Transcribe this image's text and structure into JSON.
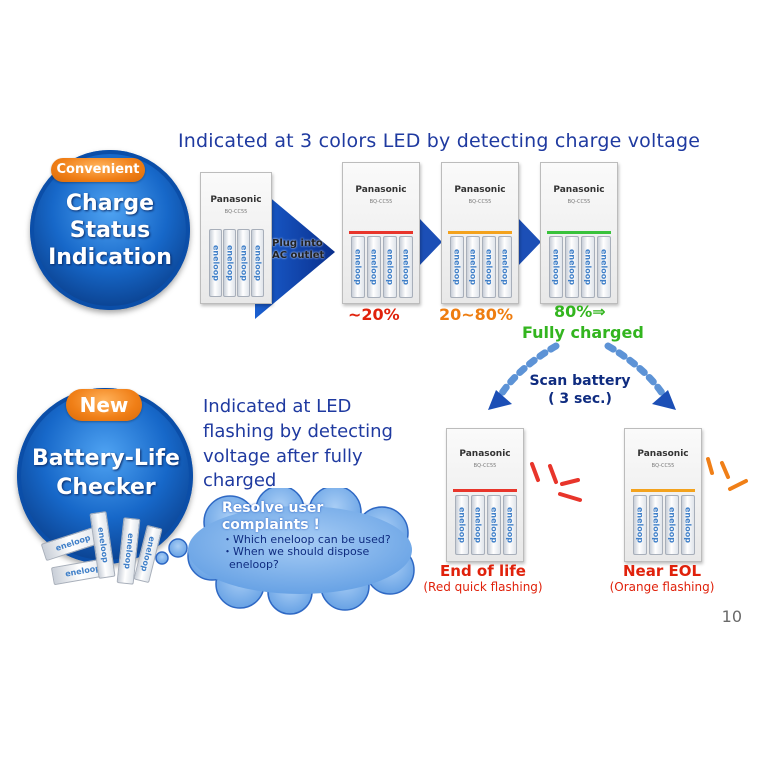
{
  "headline": "Indicated at 3 colors LED by detecting charge voltage",
  "badge_top": {
    "pill": "Convenient",
    "title_lines": [
      "Charge",
      "Status",
      "Indication"
    ]
  },
  "badge_bottom": {
    "pill": "New",
    "title_lines": [
      "Battery-Life",
      "Checker"
    ]
  },
  "plug_label": [
    "Plug into",
    "AC outlet"
  ],
  "charger": {
    "brand": "Panasonic",
    "model": "BQ-CC55",
    "battery_label": "eneloop"
  },
  "led_colors": {
    "red": "#e8352b",
    "orange": "#f3a21d",
    "green": "#39c23b"
  },
  "levels": [
    {
      "label": "~20%",
      "color": "#e0210b"
    },
    {
      "label": "20~80%",
      "color": "#ee7d10"
    },
    {
      "label": "80%⇒",
      "color": "#33b51f"
    }
  ],
  "fully_charged": "Fully charged",
  "scan": {
    "line1": "Scan battery",
    "line2": "( 3 sec.)"
  },
  "description_lines": [
    "Indicated at LED",
    "flashing by  detecting",
    "voltage after fully",
    "charged"
  ],
  "cloud": {
    "title_lines": [
      "Resolve user",
      "complaints !"
    ],
    "items": [
      "・Which eneloop can be used?",
      "・When we should dispose",
      "  eneloop?"
    ]
  },
  "status": [
    {
      "main": "End of life",
      "sub": "(Red quick flashing)"
    },
    {
      "main": "Near EOL",
      "sub": "(Orange flashing)"
    }
  ],
  "page_number": "10"
}
